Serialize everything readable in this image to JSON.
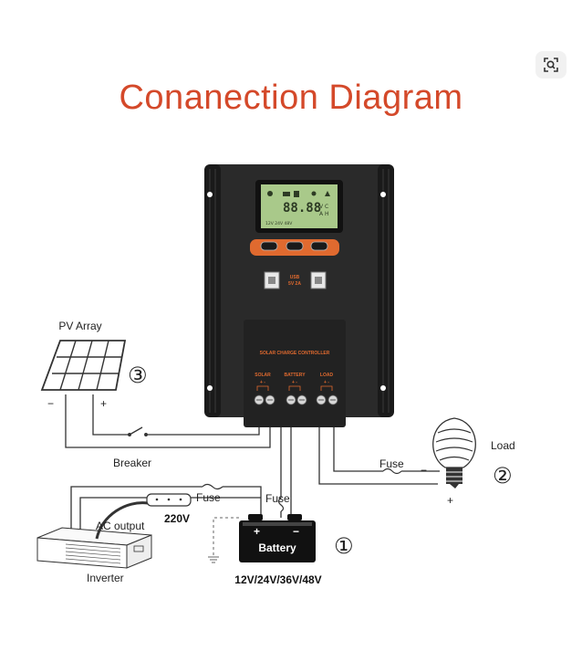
{
  "title": "Conanection Diagram",
  "toolbar": {
    "lens_icon": "visual-search-icon"
  },
  "controller": {
    "lcd": {
      "digits": "88.88",
      "units_top": "V C",
      "units_bottom": "A H",
      "voltages": "12V 24V 48V"
    },
    "usb_label_1": "USB",
    "usb_label_2": "5V 2A",
    "panel_title": "SOLAR CHARGE CONTROLLER",
    "terminals": [
      {
        "label": "SOLAR",
        "sign": "+ -"
      },
      {
        "label": "BATTERY",
        "sign": "+ -"
      },
      {
        "label": "LOAD",
        "sign": "+ -"
      }
    ]
  },
  "labels": {
    "pv_array": "PV Array",
    "pv_plus": "+",
    "pv_minus": "−",
    "num_pv": "③",
    "breaker": "Breaker",
    "load": "Load",
    "num_load": "②",
    "load_minus": "−",
    "load_plus": "+",
    "fuse_load": "Fuse",
    "fuse_inverter": "Fuse",
    "fuse_battery": "Fuse",
    "ac_output": "AC output",
    "v220": "220V",
    "inverter": "Inverter",
    "battery": "Battery",
    "battery_plus": "+",
    "battery_minus": "−",
    "num_battery": "①",
    "battery_voltages": "12V/24V/36V/48V"
  },
  "colors": {
    "accent": "#d4492a",
    "controller_body": "#2a2a2a",
    "wire": "#333333",
    "lcd": "#a9c98a"
  }
}
